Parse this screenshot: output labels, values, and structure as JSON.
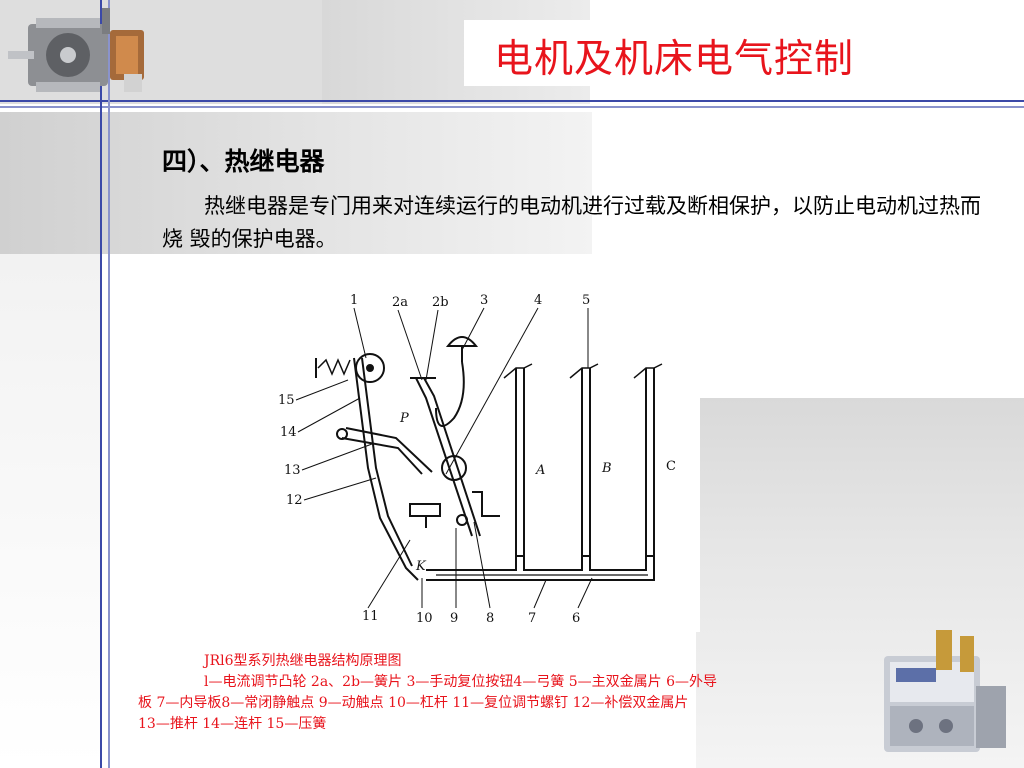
{
  "slide": {
    "title": "电机及机床电气控制",
    "heading": "四）、热继电器",
    "paragraph": "热继电器是专门用来对连续运行的电动机进行过载及断相保护，以防止电动机过热而烧 毁的保护电器。"
  },
  "diagram": {
    "labels": {
      "n1": "1",
      "n2a": "2a",
      "n2b": "2b",
      "n3": "3",
      "n4": "4",
      "n5": "5",
      "n6": "6",
      "n7": "7",
      "n8": "8",
      "n9": "9",
      "n10": "10",
      "n11": "11",
      "n12": "12",
      "n13": "13",
      "n14": "14",
      "n15": "15",
      "p": "P",
      "a": "A",
      "b": "B",
      "c": "C",
      "k": "K"
    }
  },
  "caption": {
    "title": "JRl6型系列热继电器结构原理图",
    "line1": "l—电流调节凸轮  2a、2b—簧片  3—手动复位按钮4—弓簧  5—主双金属片  6—外导",
    "line2": "板  7—内导板8—常闭静触点 9—动触点  10—杠杆 11—复位调节螺钉 12—补偿双金属片",
    "line3": "13—推杆 14—连杆  15—压簧"
  },
  "colors": {
    "title": "#e8141c",
    "accent_line": "#3b49a8"
  }
}
